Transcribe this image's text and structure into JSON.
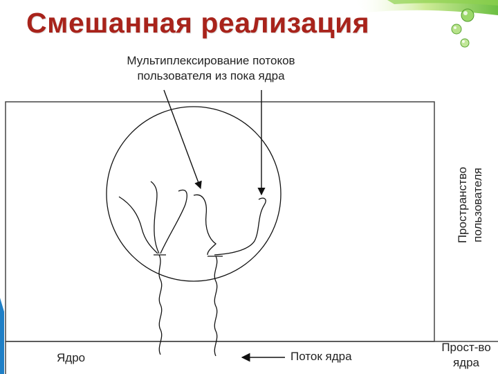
{
  "title": "Смешанная реализация",
  "labels": {
    "multiplexing_line1": "Мультиплексирование потоков",
    "multiplexing_line2": "пользователя из пока ядра",
    "user_space_line1": "Пространство",
    "user_space_line2": "пользователя",
    "kernel": "Ядро",
    "kernel_thread": "Поток ядра",
    "kernel_space_line1": "Прост-во",
    "kernel_space_line2": "ядра"
  },
  "colors": {
    "title": "#a8231b",
    "accent_green": "#5cb82e",
    "accent_green_light": "#a6d96a",
    "left_strip": "#1f7fc6"
  },
  "icons": [
    "water-droplet-icon",
    "arrow-left-icon"
  ]
}
